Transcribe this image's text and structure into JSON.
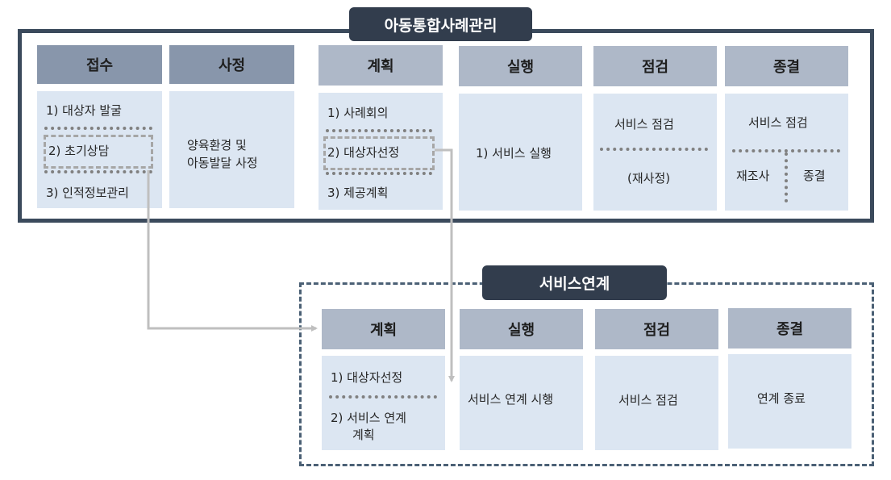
{
  "top_panel": {
    "title": "아동통합사례관리",
    "stages": {
      "intake": {
        "header": "접수",
        "items": [
          "1) 대상자 발굴",
          "2) 초기상담",
          "3) 인적정보관리"
        ]
      },
      "assess": {
        "header": "사정",
        "line1": "양육환경 및",
        "line2": "아동발달 사정"
      },
      "plan": {
        "header": "계획",
        "items": [
          "1) 사례회의",
          "2) 대상자선정",
          "3) 제공계획"
        ]
      },
      "execute": {
        "header": "실행",
        "item": "1) 서비스 실행"
      },
      "check": {
        "header": "점검",
        "top": "서비스 점검",
        "bottom": "(재사정)"
      },
      "close": {
        "header": "종결",
        "top": "서비스 점검",
        "left": "재조사",
        "right": "종결"
      }
    }
  },
  "bottom_panel": {
    "title": "서비스연계",
    "stages": {
      "plan": {
        "header": "계획",
        "item1": "1) 대상자선정",
        "item2_line1": "2) 서비스 연계",
        "item2_line2": "계획"
      },
      "execute": {
        "header": "실행",
        "item": "서비스 연계 시행"
      },
      "check": {
        "header": "점검",
        "item": "서비스 점검"
      },
      "close": {
        "header": "종결",
        "item": "연계 종료"
      }
    }
  },
  "colors": {
    "frame": "#3b4a5c",
    "title_tab": "#323d4d",
    "header_dark": "#8896ab",
    "header_light": "#aeb8c8",
    "cell": "#dce6f2",
    "arrow": "#bfbfbf"
  }
}
